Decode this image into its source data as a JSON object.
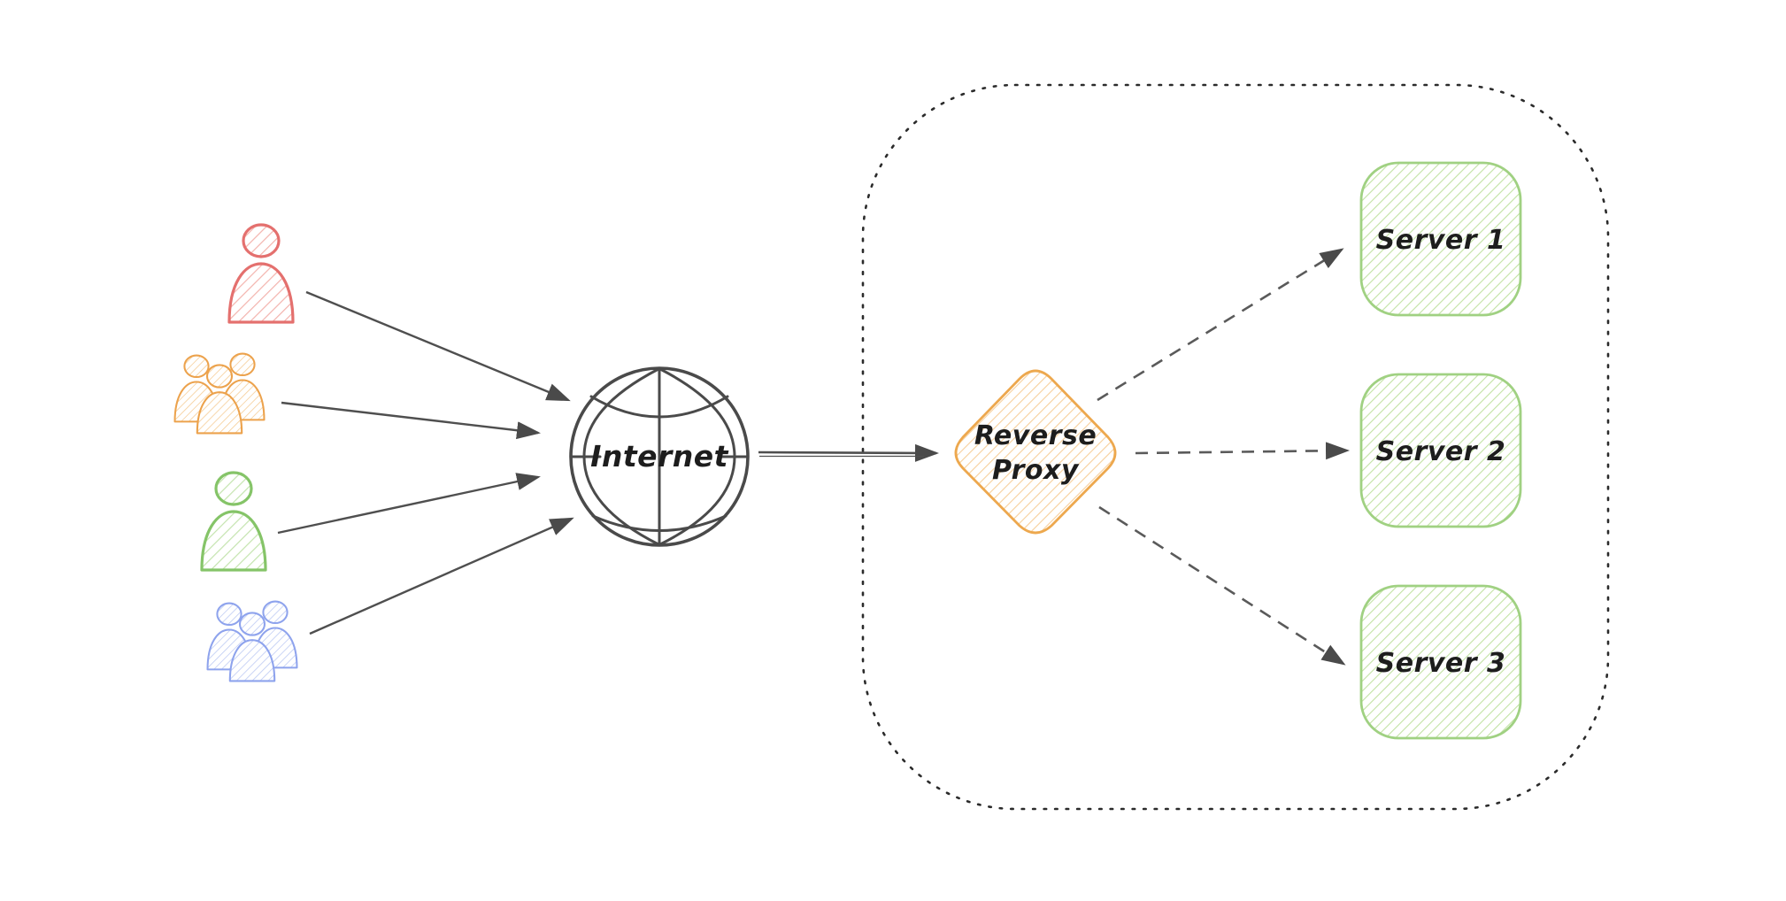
{
  "diagram": {
    "background": "#ffffff",
    "text_color": "#1d1d1d"
  },
  "users": [
    {
      "name": "single-user-red",
      "type": "single-user",
      "color": "#e4706e",
      "hatch": "#f3b3ad"
    },
    {
      "name": "user-group-orange",
      "type": "user-group",
      "color": "#eca24c",
      "hatch": "#f6cf9b"
    },
    {
      "name": "single-user-green",
      "type": "single-user",
      "color": "#85c468",
      "hatch": "#c4e4ae"
    },
    {
      "name": "user-group-blue",
      "type": "user-group",
      "color": "#8ea3ed",
      "hatch": "#c0cdf4"
    }
  ],
  "internet": {
    "label": "Internet",
    "stroke": "#4a4a4a"
  },
  "reverse_proxy": {
    "label_line1": "Reverse",
    "label_line2": "Proxy",
    "stroke": "#eda84e",
    "hatch": "#f6cf9b"
  },
  "servers": [
    {
      "label": "Server 1"
    },
    {
      "label": "Server 2"
    },
    {
      "label": "Server 3"
    }
  ],
  "server_style": {
    "stroke": "#a0d182",
    "hatch": "#c2e2a4"
  },
  "arrows": {
    "solid_color": "#4f4f4f",
    "dashed_color": "#5a5a5a",
    "head_color": "#4a4a4a"
  },
  "boundary": {
    "color": "#2b2b2b",
    "style": "dotted"
  }
}
